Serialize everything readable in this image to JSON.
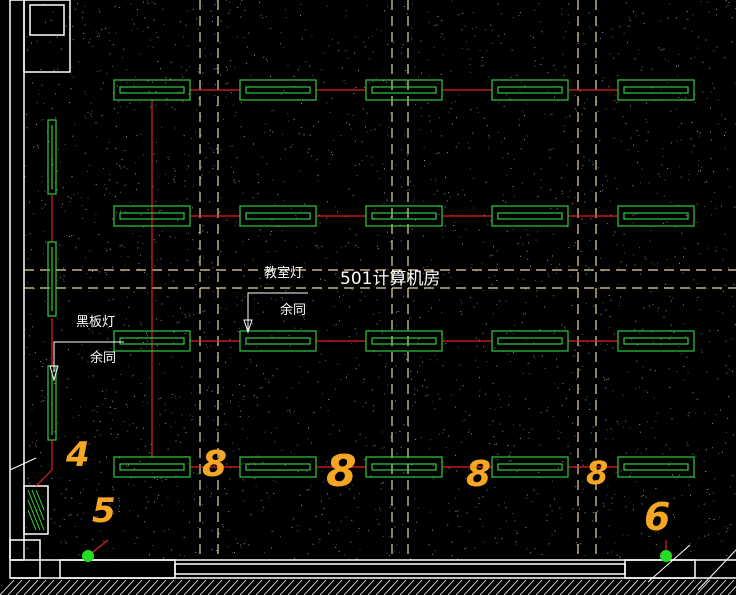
{
  "colors": {
    "background": "#000000",
    "wall": "#ffffff",
    "axis": "#e8d8a0",
    "fixture": "#2ecc40",
    "wire": "#e02020",
    "text": "#ffffff",
    "handwriting": "#f5a623",
    "node": "#22dd22"
  },
  "labels": {
    "room_name": "501计算机房",
    "classroom_light": "教室灯",
    "blackboard_light": "黑板灯",
    "same_note_1": "余同",
    "same_note_2": "余同"
  },
  "annotations": {
    "n1": "4",
    "n2": "5",
    "n3": "8",
    "n4": "8",
    "n5": "8",
    "n6": "8",
    "n7": "6"
  }
}
